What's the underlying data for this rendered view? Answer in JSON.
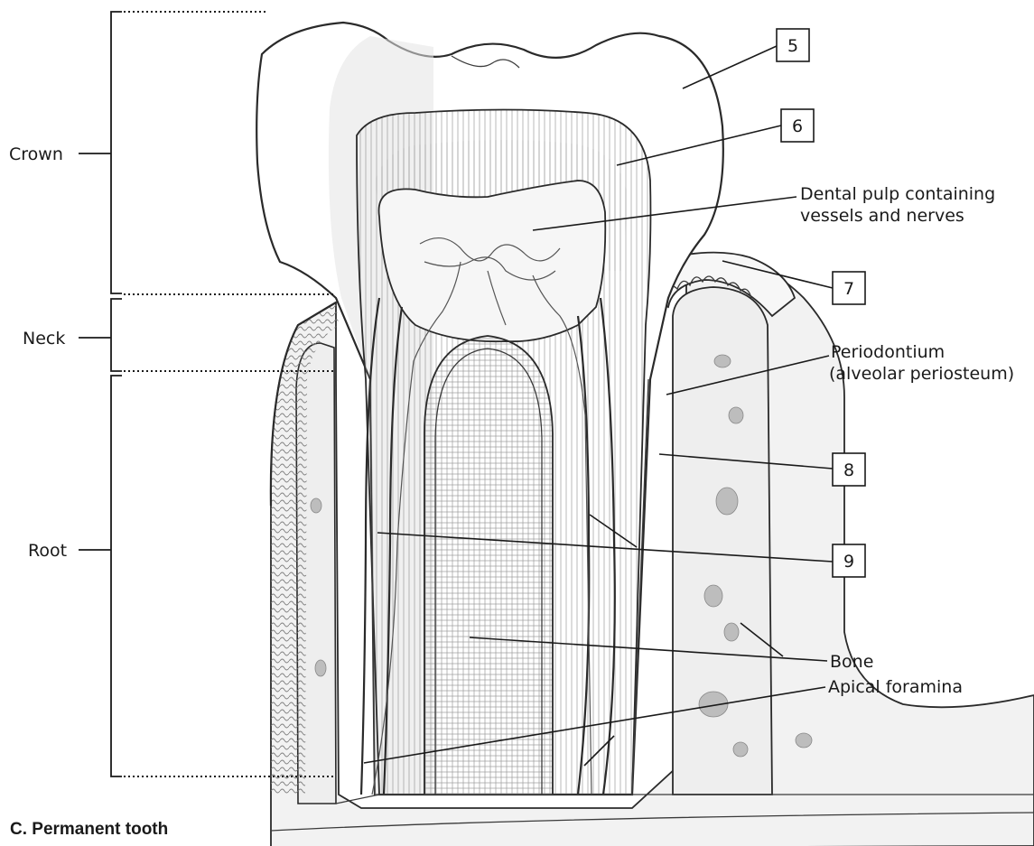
{
  "caption": "C. Permanent tooth",
  "regions": {
    "crown": "Crown",
    "neck": "Neck",
    "root": "Root"
  },
  "labels": {
    "dental_pulp_line1": "Dental pulp containing",
    "dental_pulp_line2": "vessels and nerves",
    "periodontium_line1": "Periodontium",
    "periodontium_line2": "(alveolar periosteum)",
    "bone": "Bone",
    "apical_foramina": "Apical foramina"
  },
  "numbered_boxes": [
    "5",
    "6",
    "7",
    "8",
    "9"
  ]
}
